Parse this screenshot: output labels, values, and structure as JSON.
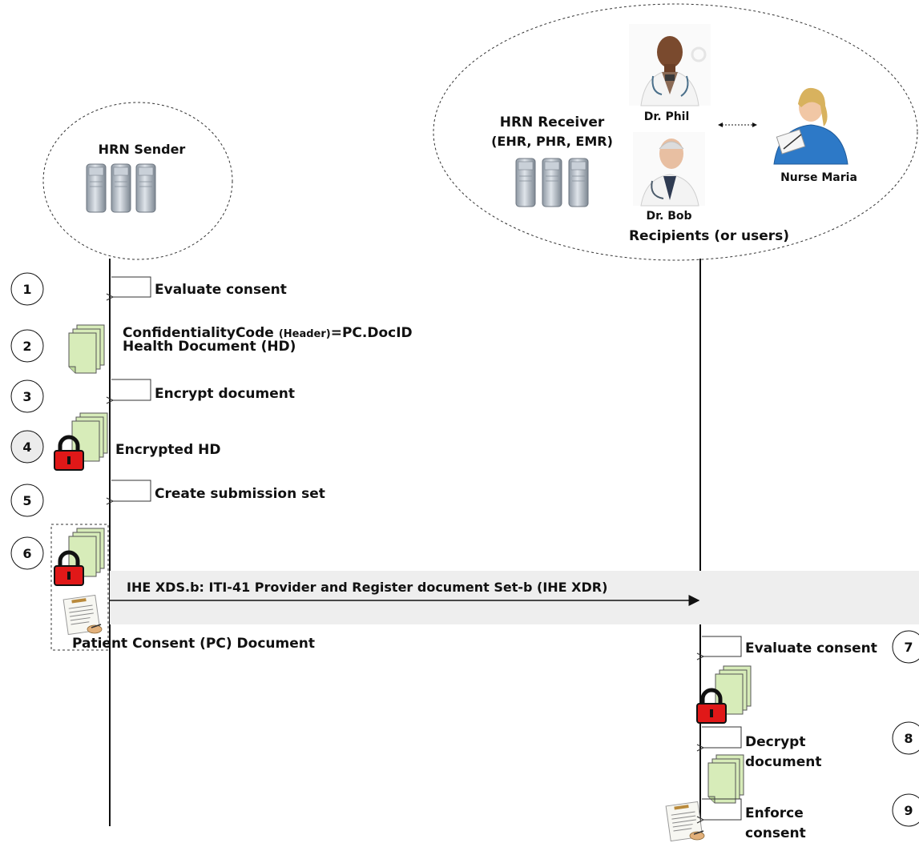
{
  "sender": {
    "title": "HRN Sender"
  },
  "receiver": {
    "title_line1": "HRN Receiver",
    "title_line2": "(EHR, PHR, EMR)",
    "doctor1": "Dr. Phil",
    "doctor2": "Dr. Bob",
    "nurse": "Nurse Maria",
    "recipients": "Recipients (or users)"
  },
  "steps": {
    "s1": {
      "num": "1",
      "label": "Evaluate consent"
    },
    "s2": {
      "num": "2",
      "label_a": "ConfidentialityCode",
      "label_b": "(Header)",
      "label_c": "=PC.DocID",
      "label_d": "Health Document (HD)"
    },
    "s3": {
      "num": "3",
      "label": "Encrypt document"
    },
    "s4": {
      "num": "4",
      "label": "Encrypted HD"
    },
    "s5": {
      "num": "5",
      "label": "Create submission set"
    },
    "s6": {
      "num": "6",
      "caption": "Patient Consent (PC) Document"
    },
    "s7": {
      "num": "7",
      "label": "Evaluate consent"
    },
    "s8": {
      "num": "8",
      "label_line1": "Decrypt",
      "label_line2": "document"
    },
    "s9": {
      "num": "9",
      "label_line1": "Enforce",
      "label_line2": "consent"
    }
  },
  "transaction": {
    "label": "IHE XDS.b: ITI-41 Provider and Register document Set-b (IHE XDR)"
  },
  "colors": {
    "doc_fill": "#d7ecb9",
    "lock_red": "#e01818",
    "band": "#eeeeee",
    "server": "#b5bec8"
  }
}
